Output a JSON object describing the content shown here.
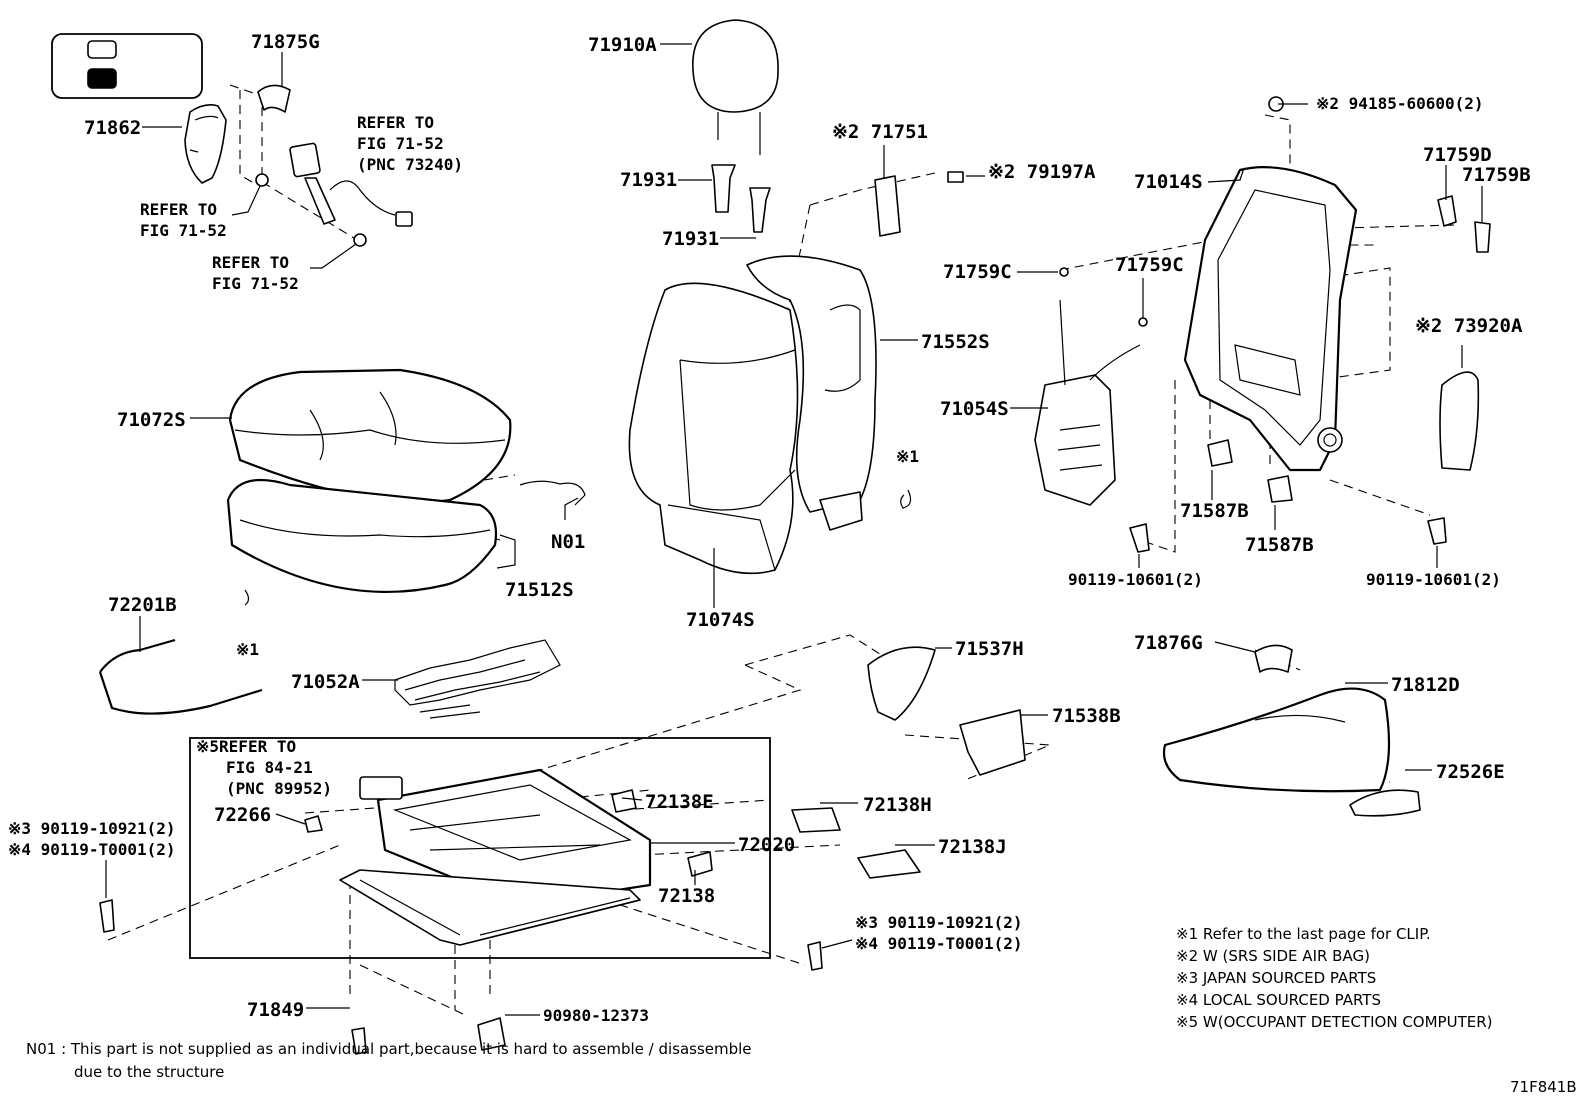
{
  "diagram": {
    "drawing_id": "71F841B",
    "legend_box": {
      "outline_symbol": "outline-rectangle-icon",
      "filled_symbol": "filled-rectangle-icon"
    },
    "labels": {
      "p71875G": "71875G",
      "p71862": "71862",
      "p71910A": "71910A",
      "p71931a": "71931",
      "p71931b": "71931",
      "p71751": "※2 71751",
      "p79197A": "※2 79197A",
      "p94185": "※2 94185-60600(2)",
      "p71014S": "71014S",
      "p71759D": "71759D",
      "p71759B": "71759B",
      "p71759Ca": "71759C",
      "p71759Cb": "71759C",
      "p71552S": "71552S",
      "p73920A": "※2 73920A",
      "p71054S": "71054S",
      "p71072S": "71072S",
      "p71512S": "71512S",
      "pN01": "N01",
      "p71074S": "71074S",
      "p71587Ba": "71587B",
      "p71587Bb": "71587B",
      "p90119_10601a": "90119-10601(2)",
      "p90119_10601b": "90119-10601(2)",
      "p72201B": "72201B",
      "p71052A": "71052A",
      "p71537H": "71537H",
      "p71538B": "71538B",
      "p71876G": "71876G",
      "p71812D": "71812D",
      "p72526E": "72526E",
      "p72138E": "72138E",
      "p72138H": "72138H",
      "p72138J": "72138J",
      "p72138": "72138",
      "p72020": "72020",
      "p72266": "72266",
      "p71849": "71849",
      "p90980": "90980-12373",
      "clip1a": "※1",
      "clip1b": "※1",
      "ref_seatbelt": [
        "REFER TO",
        "FIG 71-52",
        "(PNC 73240)"
      ],
      "ref_71_52a": [
        "REFER TO",
        "FIG 71-52"
      ],
      "ref_71_52b": [
        "REFER TO",
        "FIG 71-52"
      ],
      "ref_84_21": [
        "※5REFER TO",
        "FIG 84-21",
        "(PNC 89952)"
      ],
      "bolt_left": [
        "※3 90119-10921(2)",
        "※4 90119-T0001(2)"
      ],
      "bolt_right": [
        "※3 90119-10921(2)",
        "※4 90119-T0001(2)"
      ]
    },
    "notes": [
      "※1  Refer to the last page for CLIP.",
      "※2  W (SRS SIDE AIR BAG)",
      "※3  JAPAN SOURCED PARTS",
      "※4  LOCAL SOURCED PARTS",
      "※5  W(OCCUPANT DETECTION COMPUTER)"
    ],
    "footnote": [
      "N01 :  This part is not supplied as an individual part,because it is hard to assemble / disassemble",
      "due to the structure"
    ]
  }
}
